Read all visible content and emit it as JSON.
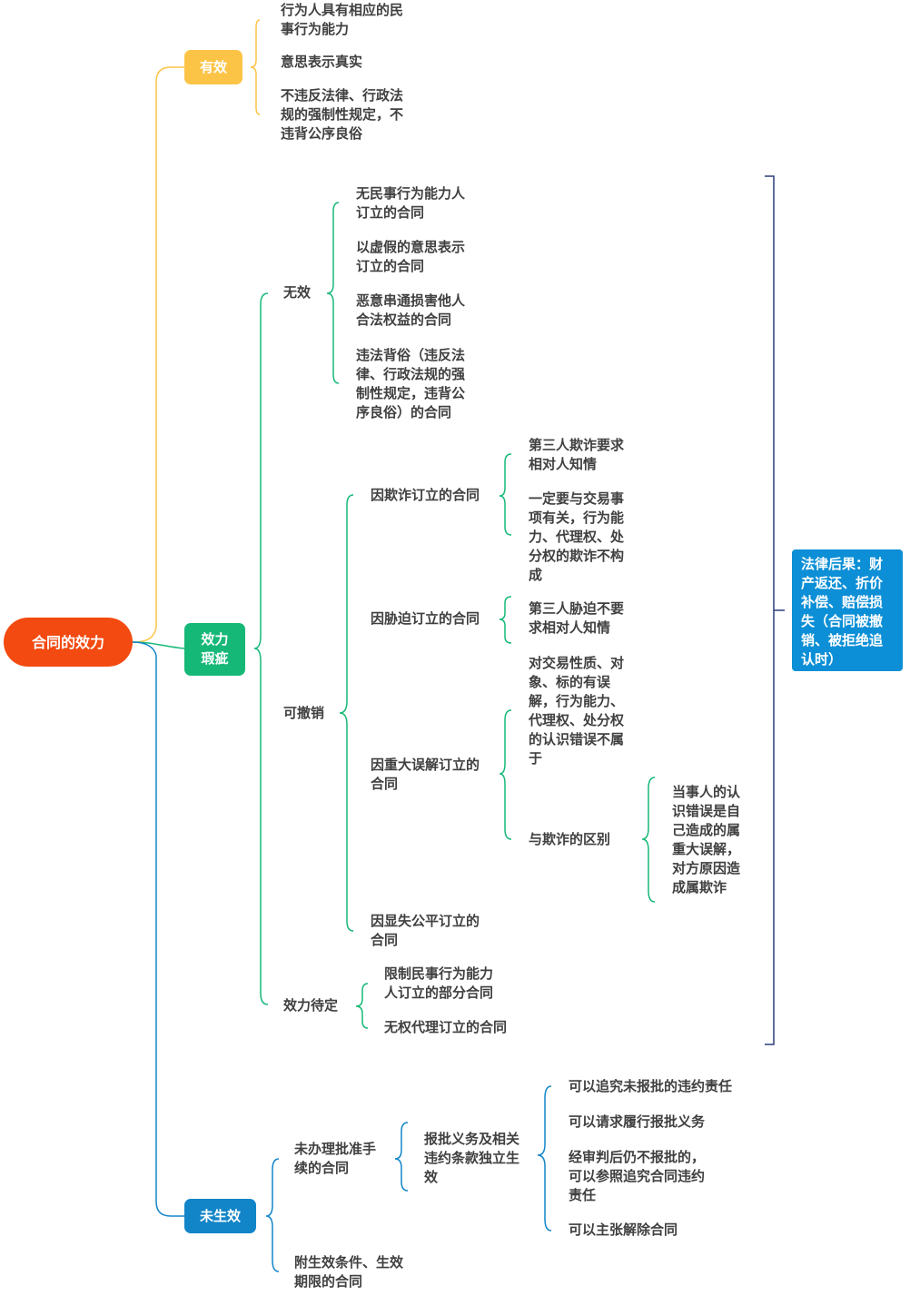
{
  "colors": {
    "root": "#f24a10",
    "valid": "#fcc447",
    "defect": "#16b878",
    "pending": "#1285c8",
    "result": "#0c8fd6",
    "bracket": "#2a3d7a"
  },
  "root": {
    "label": "合同的效力"
  },
  "valid": {
    "label": "有效",
    "items": [
      "行为人具有相应的民\n事行为能力",
      "意思表示真实",
      "不违反法律、行政法\n规的强制性规定，不\n违背公序良俗"
    ]
  },
  "defect": {
    "label": "效力\n瑕疵",
    "void": {
      "label": "无效",
      "items": [
        "无民事行为能力人\n订立的合同",
        "以虚假的意思表示\n订立的合同",
        "恶意串通损害他人\n合法权益的合同",
        "违法背俗（违反法\n律、行政法规的强\n制性规定，违背公\n序良俗）的合同"
      ]
    },
    "revocable": {
      "label": "可撤销",
      "fraud": {
        "label": "因欺诈订立的合同",
        "items": [
          "第三人欺诈要求\n相对人知情",
          "一定要与交易事\n项有关，行为能\n力、代理权、处\n分权的欺诈不构\n成"
        ]
      },
      "coercion": {
        "label": "因胁迫订立的合同",
        "items": [
          "第三人胁迫不要\n求相对人知情"
        ]
      },
      "mistake": {
        "label": "因重大误解订立的\n合同",
        "items": [
          "对交易性质、对\n象、标的有误\n解，行为能力、\n代理权、处分权\n的认识错误不属\n于",
          "与欺诈的区别"
        ],
        "diff": "当事人的认\n识错误是自\n己造成的属\n重大误解，\n对方原因造\n成属欺诈"
      },
      "unfair": {
        "label": "因显失公平订立的\n合同"
      }
    },
    "pending": {
      "label": "效力待定",
      "items": [
        "限制民事行为能力\n人订立的部分合同",
        "无权代理订立的合同"
      ]
    }
  },
  "result": {
    "label": "法律后果：财\n产返还、折价\n补偿、赔偿损\n失（合同被撤\n销、被拒绝追\n认时）"
  },
  "notyet": {
    "label": "未生效",
    "unapproved": {
      "label": "未办理批准手\n续的合同",
      "sub": {
        "label": "报批义务及相关\n违约条款独立生\n效",
        "items": [
          "可以追究未报批的违约责任",
          "可以请求履行报批义务",
          "经审判后仍不报批的，\n可以参照追究合同违约\n责任",
          "可以主张解除合同"
        ]
      }
    },
    "conditional": {
      "label": "附生效条件、生效\n期限的合同"
    }
  }
}
